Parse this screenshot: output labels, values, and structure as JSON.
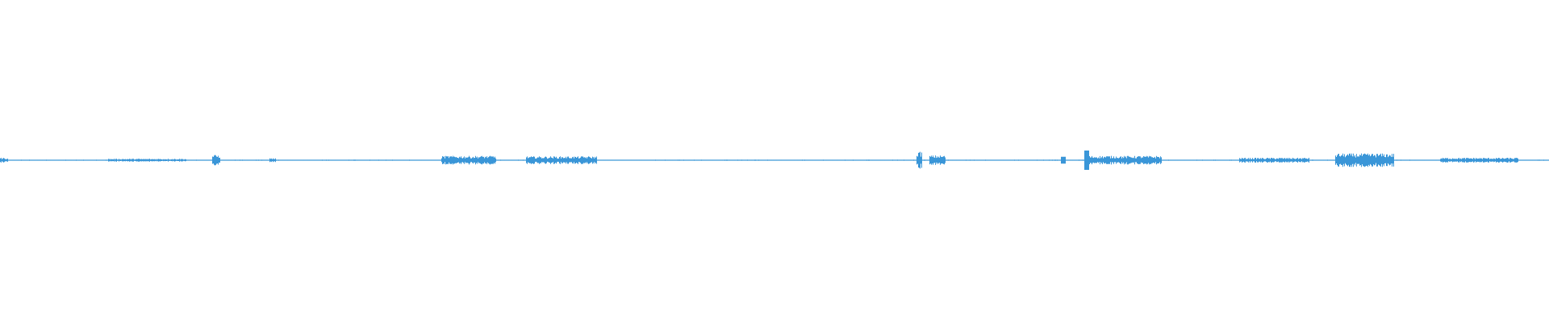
{
  "waveform": {
    "color": "#3a96d8",
    "background": "#ffffff",
    "bursts": [
      {
        "start": 0.0,
        "end": 0.005,
        "amp": 0.25
      },
      {
        "start": 0.07,
        "end": 0.12,
        "amp": 0.15
      },
      {
        "start": 0.137,
        "end": 0.142,
        "amp": 0.55
      },
      {
        "start": 0.174,
        "end": 0.178,
        "amp": 0.2
      },
      {
        "start": 0.285,
        "end": 0.32,
        "amp": 0.45
      },
      {
        "start": 0.34,
        "end": 0.385,
        "amp": 0.4
      },
      {
        "start": 0.592,
        "end": 0.595,
        "amp": 0.9
      },
      {
        "start": 0.6,
        "end": 0.61,
        "amp": 0.5
      },
      {
        "start": 0.685,
        "end": 0.688,
        "amp": 0.35
      },
      {
        "start": 0.7,
        "end": 0.703,
        "amp": 1.0
      },
      {
        "start": 0.703,
        "end": 0.75,
        "amp": 0.45
      },
      {
        "start": 0.8,
        "end": 0.845,
        "amp": 0.25
      },
      {
        "start": 0.862,
        "end": 0.9,
        "amp": 0.7
      },
      {
        "start": 0.93,
        "end": 0.98,
        "amp": 0.25
      }
    ]
  }
}
